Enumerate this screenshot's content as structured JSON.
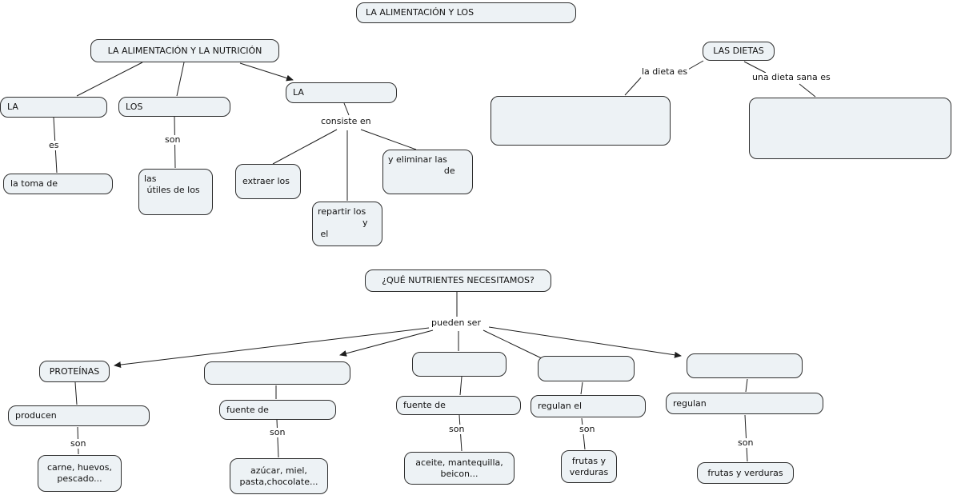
{
  "colors": {
    "background": "#ffffff",
    "node_fill": "#edf2f5",
    "node_border": "#2e2e2e",
    "line": "#1e1e1e",
    "text": "#111111"
  },
  "nodes": {
    "title_top": "LA ALIMENTACIÓN Y LOS",
    "alim_nutri": "LA ALIMENTACIÓN Y LA NUTRICIÓN",
    "la_left": "LA",
    "los": "LOS",
    "la_mid": "LA",
    "la_toma": "la toma de",
    "las_utiles": "las\n útiles de los",
    "extraer": "extraer los",
    "repartir": "repartir los\n                y\n el",
    "eliminar": "y eliminar las\n                    de",
    "dietas": "LAS DIETAS",
    "dieta_blank_1": "",
    "dieta_blank_2": "",
    "que_nutrientes": "¿QUÉ NUTRIENTES NECESITAMOS?",
    "proteinas": "PROTEÍNAS",
    "blank_2": "",
    "blank_3": "",
    "blank_4": "",
    "blank_5": "",
    "producen": "producen",
    "fuente_2": "fuente de",
    "fuente_3": "fuente de",
    "regulan_el": "regulan el",
    "regulan": "regulan",
    "carne": "carne, huevos,\npescado...",
    "azucar": "azúcar, miel,\npasta,chocolate...",
    "aceite": "aceite, mantequilla,\nbeicon...",
    "frutas_4": "frutas y\nverduras",
    "frutas_5": "frutas y verduras"
  },
  "link_labels": {
    "es": "es",
    "son_los": "son",
    "consiste_en": "consiste en",
    "la_dieta_es": "la dieta es",
    "una_dieta_sana_es": "una dieta sana es",
    "pueden_ser": "pueden ser",
    "son_1": "son",
    "son_2": "son",
    "son_3": "son",
    "son_4": "son",
    "son_5": "son"
  }
}
